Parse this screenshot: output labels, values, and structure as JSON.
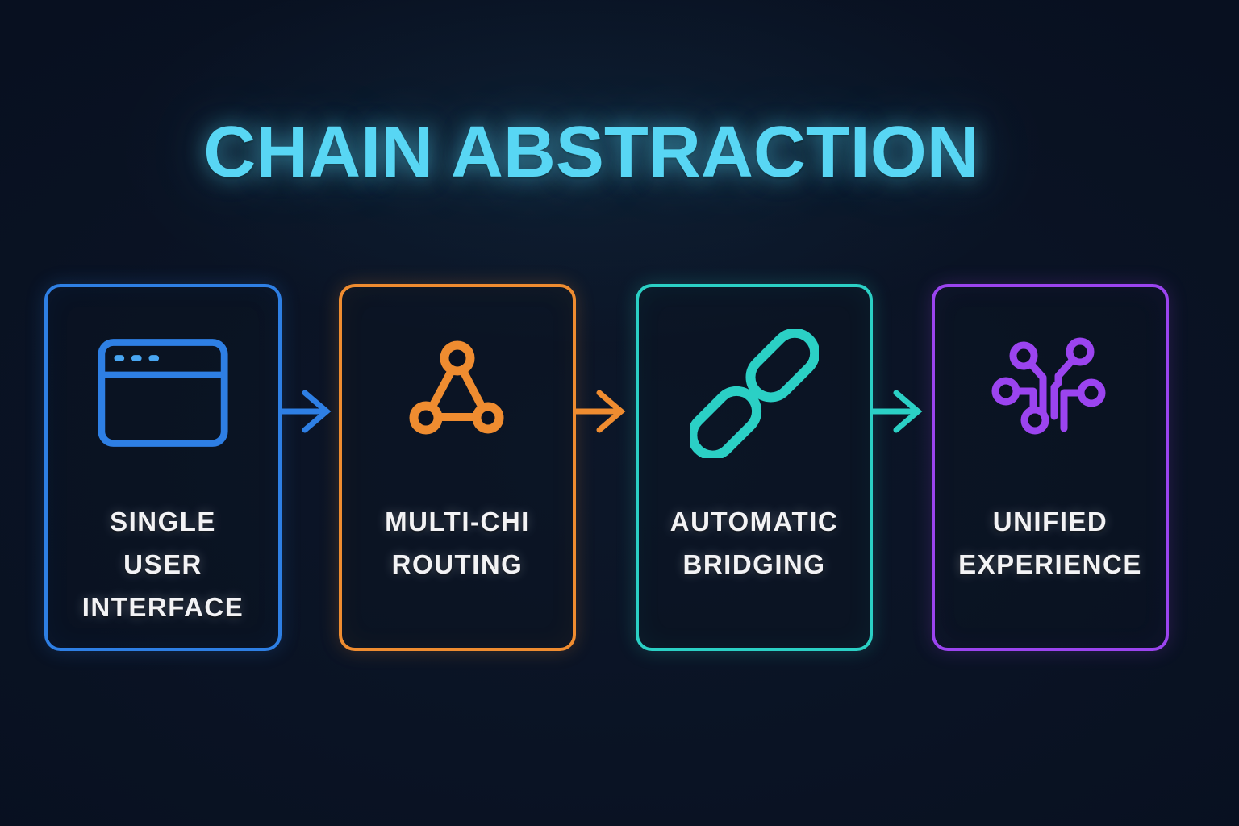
{
  "background": "#081020",
  "title": {
    "text": "CHAIN ABSTRACTION",
    "color": "#58d6f4"
  },
  "label_color": "#f3f3f5",
  "steps": [
    {
      "icon": "browser-window-icon",
      "color": "#2e7fe4",
      "dot_color": "#49a6f2",
      "lines": [
        "SINGLE",
        "USER",
        "INTERFACE"
      ]
    },
    {
      "icon": "network-triangle-icon",
      "color": "#ef8c30",
      "lines": [
        "MULTI-CHI",
        "ROUTING"
      ]
    },
    {
      "icon": "chain-link-icon",
      "color": "#2bd0c5",
      "lines": [
        "AUTOMATIC",
        "BRIDGING"
      ]
    },
    {
      "icon": "circuit-branches-icon",
      "color": "#9b44ef",
      "lines": [
        "UNIFIED",
        "EXPERIENCE"
      ]
    }
  ],
  "arrows": [
    {
      "icon": "arrow-right-icon",
      "color": "#2e7fe4"
    },
    {
      "icon": "arrow-right-icon",
      "color": "#ef8c30"
    },
    {
      "icon": "arrow-right-icon",
      "color": "#2bd0c5"
    }
  ]
}
